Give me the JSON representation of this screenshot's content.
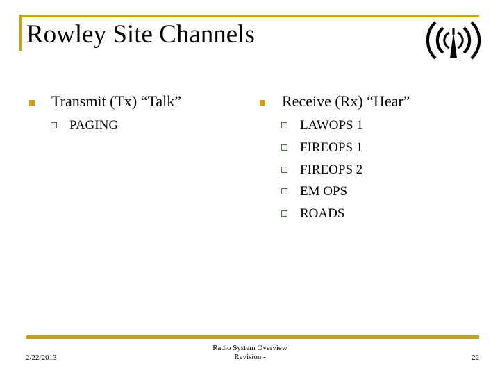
{
  "slide": {
    "title": "Rowley Site Channels",
    "accent_color": "#C8A117",
    "bullet_level1_color": "#D39A12",
    "bullet_level2_color": "#4F6B4F",
    "icon": "radio-antenna-icon"
  },
  "columns": {
    "left": {
      "heading": "Transmit (Tx)  “Talk”",
      "items": [
        {
          "label": "PAGING"
        }
      ]
    },
    "right": {
      "heading": "Receive (Rx) “Hear”",
      "items": [
        {
          "label": "LAWOPS 1"
        },
        {
          "label": "FIREOPS 1"
        },
        {
          "label": "FIREOPS 2"
        },
        {
          "label": "EM OPS"
        },
        {
          "label": "ROADS"
        }
      ]
    }
  },
  "footer": {
    "date": "2/22/2013",
    "center_line1": "Radio System Overview",
    "center_line2": "Revision -",
    "page_number": "22"
  }
}
